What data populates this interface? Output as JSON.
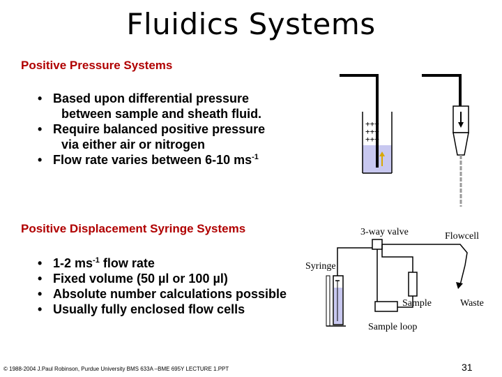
{
  "title": "Fluidics Systems",
  "positive_pressure": {
    "heading": "Positive Pressure Systems",
    "bullets": [
      {
        "line1": "Based upon differential pressure",
        "line2": "between sample and sheath fluid."
      },
      {
        "line1": "Require balanced positive pressure",
        "line2": "via either air or nitrogen"
      },
      {
        "text": "Flow rate varies between 6-10 ms",
        "sup": "-1"
      }
    ],
    "plus_signs": "+++"
  },
  "positive_displacement": {
    "heading": "Positive Displacement Syringe Systems",
    "bullets": [
      {
        "pre": "1-2 ms",
        "sup": "-1",
        "post": " flow rate"
      },
      {
        "text": "Fixed volume (50 µl or 100 µl)"
      },
      {
        "text": "Absolute number calculations possible"
      },
      {
        "text": "Usually fully enclosed flow cells"
      }
    ]
  },
  "diagram_labels": {
    "three_way_valve": "3-way valve",
    "flowcell": "Flowcell",
    "syringe": "Syringe",
    "sample": "Sample",
    "waste": "Waste",
    "sample_loop": "Sample loop"
  },
  "colors": {
    "heading": "#b00000",
    "liquid": "#c8c8f0",
    "arrow": "#d8a800",
    "needle_stream": "#9a9a9a",
    "line": "#000000"
  },
  "footer": "© 1988-2004 J.Paul Robinson, Purdue University BMS 633A –BME 695Y LECTURE 1.PPT",
  "page_number": "31"
}
